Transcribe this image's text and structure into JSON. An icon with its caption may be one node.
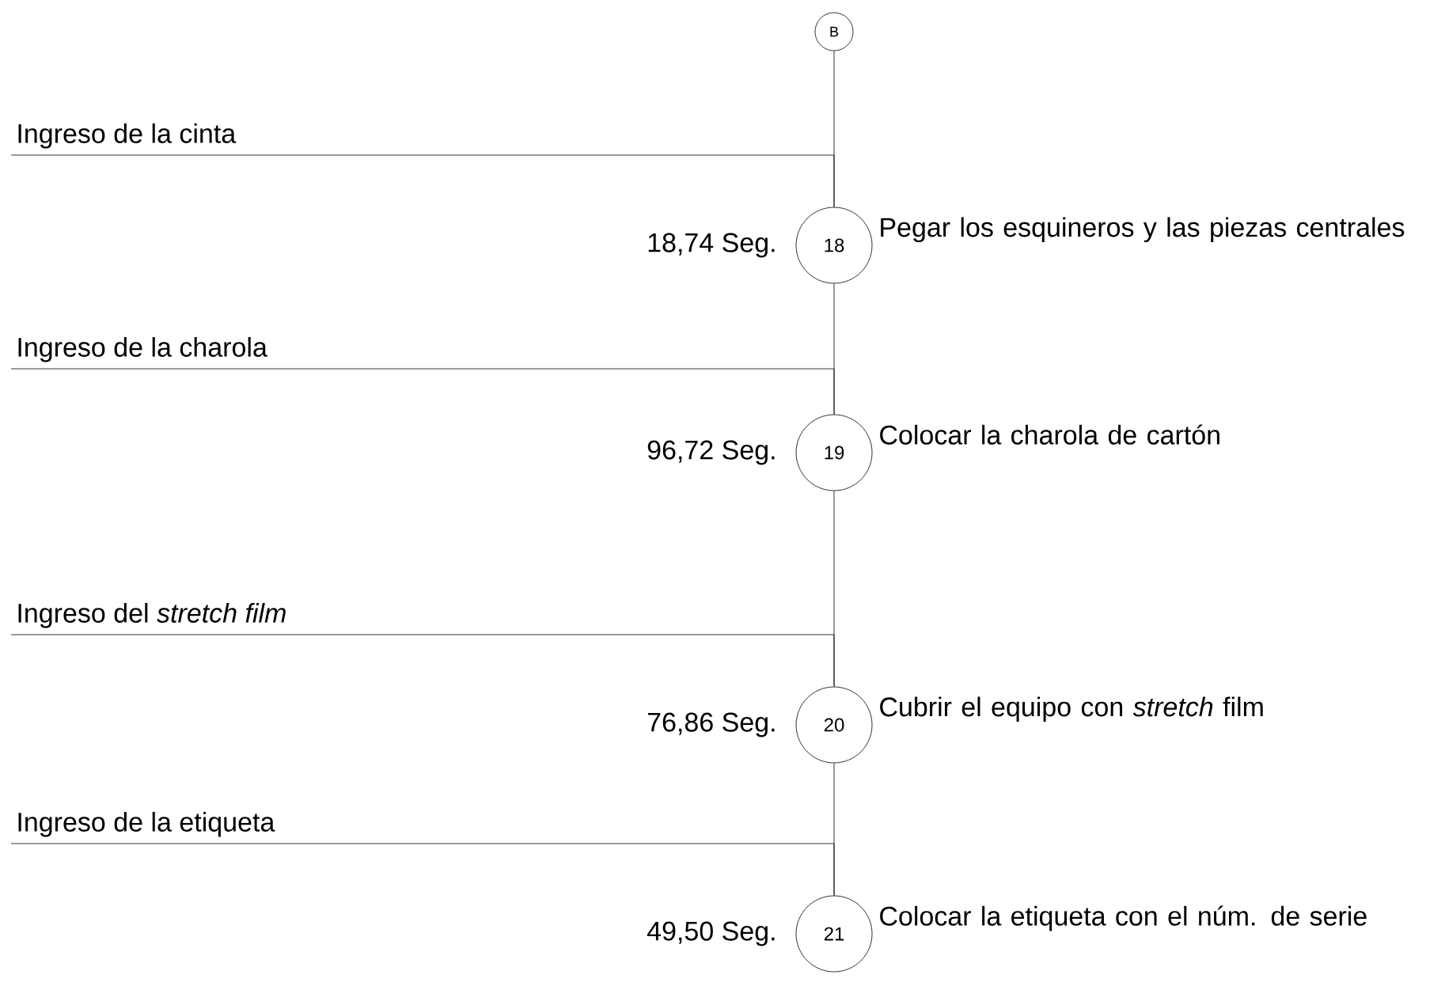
{
  "diagram": {
    "nodes": [
      {
        "text": [
          "B"
        ]
      },
      {
        "text": [
          "Ingreso de la cinta"
        ]
      },
      {
        "text": [
          "18"
        ],
        "beside": [
          "18,74 Seg.",
          "Pegar los esquineros y las piezas centrales"
        ]
      },
      {
        "text": [
          "Ingreso de la charola"
        ]
      },
      {
        "text": [
          "19"
        ],
        "beside": [
          "96,72 Seg.",
          "Colocar la charola de cartón"
        ]
      },
      {
        "text": [
          "Ingreso del *stretch film*"
        ]
      },
      {
        "text": [
          "20"
        ],
        "beside": [
          "76,86 Seg.",
          "Cubrir el equipo con *stretch* film"
        ]
      },
      {
        "text": [
          "Ingreso de la etiqueta"
        ]
      },
      {
        "text": [
          "21"
        ],
        "beside": [
          "49,50 Seg.",
          "Colocar la etiqueta con el núm. de serie"
        ]
      }
    ],
    "edges": [
      {
        "from": 0,
        "to": 2,
        "arrow": "none"
      },
      {
        "from": 1,
        "to": 2,
        "arrow": "none"
      },
      {
        "from": 2,
        "to": 4,
        "arrow": "none"
      },
      {
        "from": 3,
        "to": 4,
        "arrow": "none"
      },
      {
        "from": 4,
        "to": 6,
        "arrow": "none"
      },
      {
        "from": 5,
        "to": 6,
        "arrow": "none"
      },
      {
        "from": 6,
        "to": 8,
        "arrow": "none"
      },
      {
        "from": 7,
        "to": 8,
        "arrow": "none"
      }
    ]
  }
}
